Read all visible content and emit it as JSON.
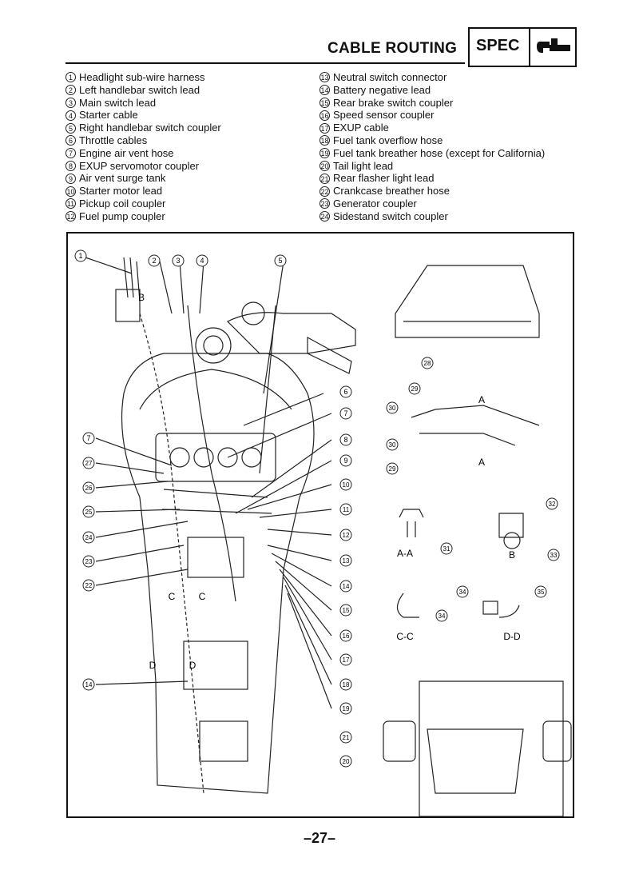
{
  "header": {
    "title": "CABLE ROUTING",
    "spec_label": "SPEC",
    "spec_icon": "wrench-tool-icon"
  },
  "legend_left": [
    {
      "num": "1",
      "label": "Headlight sub-wire harness"
    },
    {
      "num": "2",
      "label": "Left handlebar switch lead"
    },
    {
      "num": "3",
      "label": "Main switch lead"
    },
    {
      "num": "4",
      "label": "Starter cable"
    },
    {
      "num": "5",
      "label": "Right handlebar switch coupler"
    },
    {
      "num": "6",
      "label": "Throttle cables"
    },
    {
      "num": "7",
      "label": "Engine air vent hose"
    },
    {
      "num": "8",
      "label": "EXUP servomotor coupler"
    },
    {
      "num": "9",
      "label": "Air vent surge tank"
    },
    {
      "num": "10",
      "label": "Starter motor lead"
    },
    {
      "num": "11",
      "label": "Pickup coil coupler"
    },
    {
      "num": "12",
      "label": "Fuel pump coupler"
    }
  ],
  "legend_right": [
    {
      "num": "13",
      "label": "Neutral switch connector"
    },
    {
      "num": "14",
      "label": "Battery negative lead"
    },
    {
      "num": "15",
      "label": "Rear brake switch coupler"
    },
    {
      "num": "16",
      "label": "Speed sensor coupler"
    },
    {
      "num": "17",
      "label": "EXUP cable"
    },
    {
      "num": "18",
      "label": "Fuel tank overflow hose"
    },
    {
      "num": "19",
      "label": "Fuel tank breather hose (except for California)"
    },
    {
      "num": "20",
      "label": "Tail light lead"
    },
    {
      "num": "21",
      "label": "Rear flasher light lead"
    },
    {
      "num": "22",
      "label": "Crankcase breather hose"
    },
    {
      "num": "23",
      "label": "Generator coupler"
    },
    {
      "num": "24",
      "label": "Sidestand switch coupler"
    }
  ],
  "diagram": {
    "top_callouts": [
      "1",
      "2",
      "3",
      "4",
      "5"
    ],
    "left_callouts": [
      "7",
      "27",
      "26",
      "25",
      "24",
      "23",
      "22",
      "14"
    ],
    "right_callouts": [
      "6",
      "7",
      "8",
      "9",
      "10",
      "11",
      "12",
      "13",
      "14",
      "15",
      "16",
      "17",
      "18",
      "19"
    ],
    "inset_callouts": [
      "28",
      "29",
      "30",
      "30",
      "29",
      "31",
      "32",
      "33",
      "34",
      "34",
      "35",
      "21",
      "20"
    ],
    "letter_marks": [
      "B",
      "C",
      "C",
      "D",
      "D",
      "A",
      "A"
    ],
    "section_labels": [
      "A-A",
      "B",
      "C-C",
      "D-D"
    ]
  },
  "page_number": "–27–"
}
